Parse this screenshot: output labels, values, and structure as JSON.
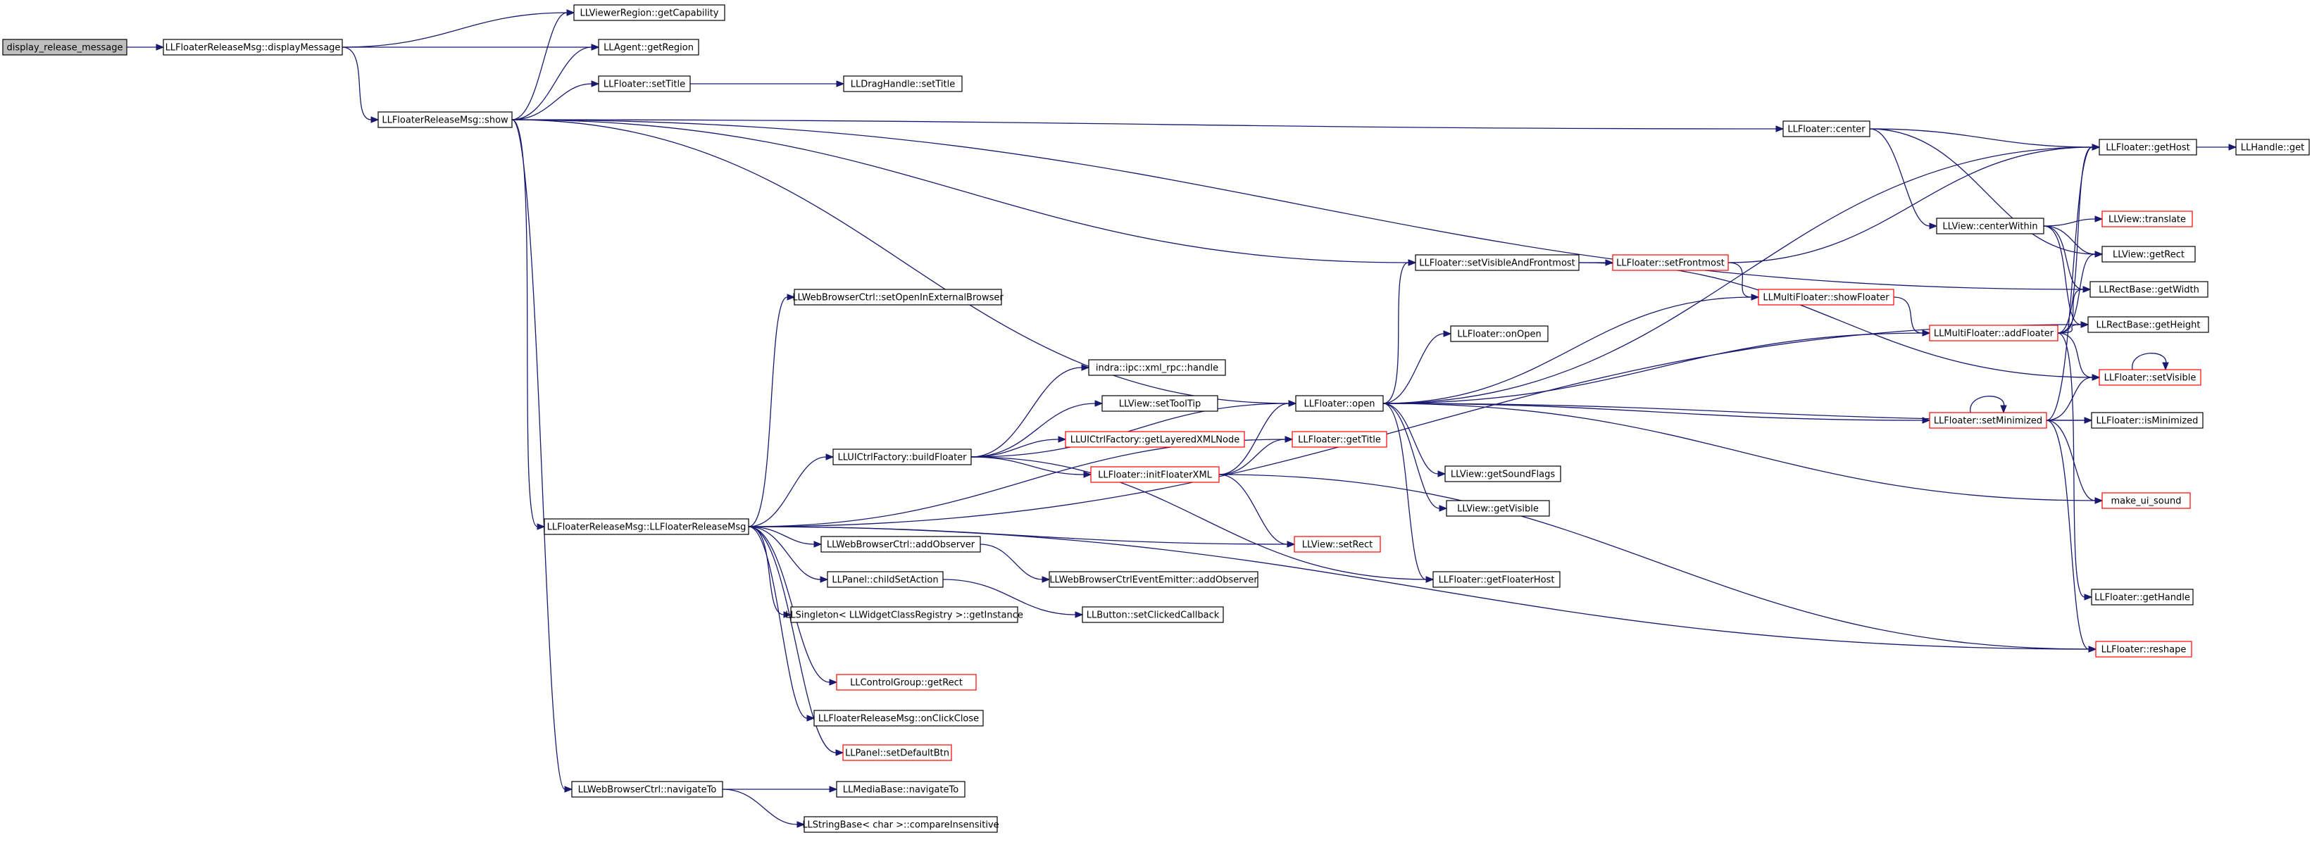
{
  "colors": {
    "edge": "#191970",
    "normal_border": "#000000",
    "truncated_border": "#ff0000",
    "root_fill": "#bfbfbf",
    "node_fill": "#ffffff",
    "text": "#000000"
  },
  "nodes": {
    "n0": {
      "label": "display_release_message",
      "style": "root"
    },
    "n1": {
      "label": "LLFloaterReleaseMsg::displayMessage",
      "style": "normal"
    },
    "n2": {
      "label": "LLViewerRegion::getCapability",
      "style": "normal"
    },
    "n3": {
      "label": "LLAgent::getRegion",
      "style": "normal"
    },
    "n4": {
      "label": "LLFloaterReleaseMsg::show",
      "style": "normal"
    },
    "n5": {
      "label": "LLFloater::setTitle",
      "style": "normal"
    },
    "n6": {
      "label": "LLDragHandle::setTitle",
      "style": "normal"
    },
    "n7": {
      "label": "LLFloater::center",
      "style": "normal"
    },
    "n8": {
      "label": "LLFloater::getHost",
      "style": "normal"
    },
    "n9": {
      "label": "LLHandle::get",
      "style": "normal"
    },
    "n10": {
      "label": "LLView::centerWithin",
      "style": "normal"
    },
    "n11": {
      "label": "LLView::translate",
      "style": "truncated"
    },
    "n12": {
      "label": "LLView::getRect",
      "style": "normal"
    },
    "n13": {
      "label": "LLRectBase::getWidth",
      "style": "normal"
    },
    "n14": {
      "label": "LLRectBase::getHeight",
      "style": "normal"
    },
    "n15": {
      "label": "LLFloater::setVisibleAndFrontmost",
      "style": "normal"
    },
    "n16": {
      "label": "LLFloater::setFrontmost",
      "style": "truncated"
    },
    "n17": {
      "label": "LLMultiFloater::showFloater",
      "style": "truncated"
    },
    "n18": {
      "label": "LLMultiFloater::addFloater",
      "style": "truncated"
    },
    "n19": {
      "label": "LLFloater::setVisible",
      "style": "truncated"
    },
    "n20": {
      "label": "LLFloater::setMinimized",
      "style": "truncated"
    },
    "n21": {
      "label": "LLFloater::isMinimized",
      "style": "normal"
    },
    "n22": {
      "label": "make_ui_sound",
      "style": "truncated"
    },
    "n23": {
      "label": "LLFloater::getHandle",
      "style": "normal"
    },
    "n24": {
      "label": "LLFloater::reshape",
      "style": "truncated"
    },
    "n25": {
      "label": "LLWebBrowserCtrl::setOpenInExternalBrowser",
      "style": "normal"
    },
    "n26": {
      "label": "LLFloater::onOpen",
      "style": "normal"
    },
    "n27": {
      "label": "indra::ipc::xml_rpc::handle",
      "style": "normal"
    },
    "n28": {
      "label": "LLView::setToolTip",
      "style": "normal"
    },
    "n29": {
      "label": "LLFloater::open",
      "style": "normal"
    },
    "n30": {
      "label": "LLUICtrlFactory::getLayeredXMLNode",
      "style": "truncated"
    },
    "n31": {
      "label": "LLFloater::getTitle",
      "style": "truncated"
    },
    "n32": {
      "label": "LLUICtrlFactory::buildFloater",
      "style": "normal"
    },
    "n33": {
      "label": "LLFloater::initFloaterXML",
      "style": "truncated"
    },
    "n34": {
      "label": "LLView::getSoundFlags",
      "style": "normal"
    },
    "n35": {
      "label": "LLView::getVisible",
      "style": "normal"
    },
    "n36": {
      "label": "LLFloaterReleaseMsg::LLFloaterReleaseMsg",
      "style": "normal"
    },
    "n37": {
      "label": "LLView::setRect",
      "style": "truncated"
    },
    "n38": {
      "label": "LLWebBrowserCtrl::addObserver",
      "style": "normal"
    },
    "n39": {
      "label": "LLFloater::getFloaterHost",
      "style": "normal"
    },
    "n40": {
      "label": "LLWebBrowserCtrlEventEmitter::addObserver",
      "style": "normal"
    },
    "n41": {
      "label": "LLPanel::childSetAction",
      "style": "normal"
    },
    "n42": {
      "label": "LLSingleton< LLWidgetClassRegistry >::getInstance",
      "style": "normal"
    },
    "n43": {
      "label": "LLButton::setClickedCallback",
      "style": "normal"
    },
    "n44": {
      "label": "LLControlGroup::getRect",
      "style": "truncated"
    },
    "n45": {
      "label": "LLFloaterReleaseMsg::onClickClose",
      "style": "normal"
    },
    "n46": {
      "label": "LLPanel::setDefaultBtn",
      "style": "truncated"
    },
    "n47": {
      "label": "LLWebBrowserCtrl::navigateTo",
      "style": "normal"
    },
    "n48": {
      "label": "LLMediaBase::navigateTo",
      "style": "normal"
    },
    "n49": {
      "label": "LLStringBase< char >::compareInsensitive",
      "style": "normal"
    }
  },
  "edges": [
    [
      "n0",
      "n1"
    ],
    [
      "n1",
      "n2"
    ],
    [
      "n1",
      "n3"
    ],
    [
      "n1",
      "n4"
    ],
    [
      "n4",
      "n2"
    ],
    [
      "n4",
      "n3"
    ],
    [
      "n4",
      "n5"
    ],
    [
      "n5",
      "n6"
    ],
    [
      "n4",
      "n7"
    ],
    [
      "n4",
      "n15"
    ],
    [
      "n4",
      "n29"
    ],
    [
      "n4",
      "n36"
    ],
    [
      "n4",
      "n47"
    ],
    [
      "n4",
      "n13"
    ],
    [
      "n7",
      "n8"
    ],
    [
      "n7",
      "n10"
    ],
    [
      "n7",
      "n12"
    ],
    [
      "n8",
      "n9"
    ],
    [
      "n10",
      "n11"
    ],
    [
      "n10",
      "n12"
    ],
    [
      "n10",
      "n13"
    ],
    [
      "n10",
      "n14"
    ],
    [
      "n15",
      "n16"
    ],
    [
      "n15",
      "n19"
    ],
    [
      "n16",
      "n8"
    ],
    [
      "n16",
      "n17"
    ],
    [
      "n17",
      "n18"
    ],
    [
      "n18",
      "n8"
    ],
    [
      "n18",
      "n12"
    ],
    [
      "n18",
      "n13"
    ],
    [
      "n18",
      "n14"
    ],
    [
      "n18",
      "n19"
    ],
    [
      "n18",
      "n23"
    ],
    [
      "n19",
      "n19"
    ],
    [
      "n20",
      "n20"
    ],
    [
      "n20",
      "n19"
    ],
    [
      "n20",
      "n21"
    ],
    [
      "n20",
      "n22"
    ],
    [
      "n20",
      "n24"
    ],
    [
      "n20",
      "n8"
    ],
    [
      "n29",
      "n8"
    ],
    [
      "n29",
      "n15"
    ],
    [
      "n29",
      "n17"
    ],
    [
      "n29",
      "n18"
    ],
    [
      "n29",
      "n26"
    ],
    [
      "n29",
      "n20"
    ],
    [
      "n29",
      "n21"
    ],
    [
      "n29",
      "n34"
    ],
    [
      "n29",
      "n35"
    ],
    [
      "n29",
      "n39"
    ],
    [
      "n29",
      "n22"
    ],
    [
      "n32",
      "n27"
    ],
    [
      "n32",
      "n28"
    ],
    [
      "n32",
      "n30"
    ],
    [
      "n32",
      "n33"
    ],
    [
      "n32",
      "n29"
    ],
    [
      "n32",
      "n39"
    ],
    [
      "n33",
      "n29"
    ],
    [
      "n33",
      "n31"
    ],
    [
      "n33",
      "n37"
    ],
    [
      "n33",
      "n24"
    ],
    [
      "n36",
      "n25"
    ],
    [
      "n36",
      "n32"
    ],
    [
      "n36",
      "n37"
    ],
    [
      "n36",
      "n38"
    ],
    [
      "n36",
      "n41"
    ],
    [
      "n36",
      "n42"
    ],
    [
      "n36",
      "n44"
    ],
    [
      "n36",
      "n45"
    ],
    [
      "n36",
      "n46"
    ],
    [
      "n36",
      "n24"
    ],
    [
      "n36",
      "n31"
    ],
    [
      "n36",
      "n14"
    ],
    [
      "n38",
      "n40"
    ],
    [
      "n41",
      "n43"
    ],
    [
      "n47",
      "n48"
    ],
    [
      "n47",
      "n49"
    ]
  ]
}
